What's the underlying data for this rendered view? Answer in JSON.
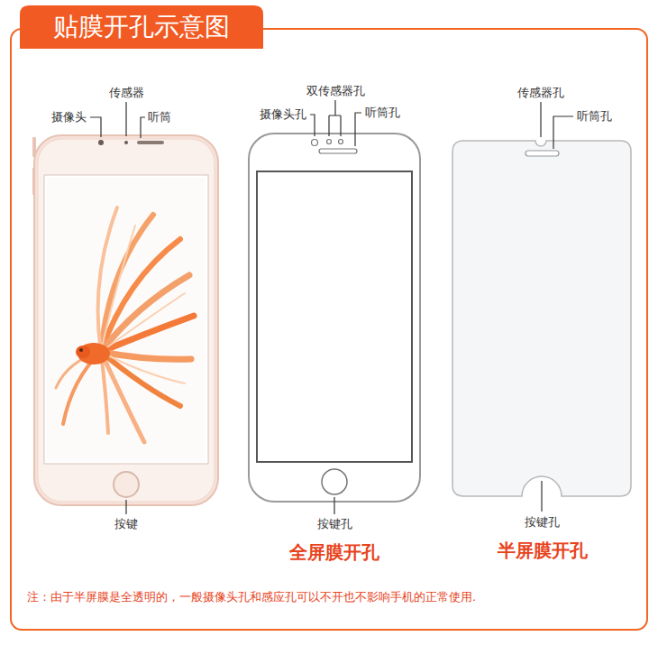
{
  "diagram": {
    "title": "贴膜开孔示意图",
    "labels": [
      "传感器",
      "摄像头",
      "听筒",
      "按键",
      "双传感器孔",
      "摄像头孔",
      "听筒孔",
      "按键孔",
      "全屏膜开孔",
      "传感器孔",
      "听筒孔",
      "按键孔",
      "半屏膜开孔",
      "注：由于半屏膜是全透明的，一般摄像头孔和感应孔可以不开也不影响手机的正常使用."
    ]
  }
}
